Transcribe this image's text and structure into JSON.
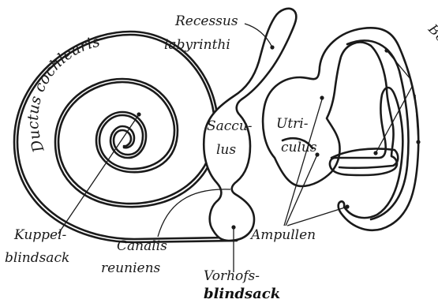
{
  "labels": {
    "recessus_line1": "Recessus",
    "recessus_line2": "labyrinthi",
    "ductus": "Ductus cochlearis",
    "bogengange": "Bogengänge",
    "sacculus_line1": "Saccu-",
    "sacculus_line2": "lus",
    "utriculus_line1": "Utri-",
    "utriculus_line2": "culus",
    "kuppel_line1": "Kuppel-",
    "kuppel_line2": "blindsack",
    "canalis_line1": "Canalis",
    "canalis_line2": "reuniens",
    "ampullen": "Ampullen",
    "vorhofs_line1": "Vorhofs-",
    "vorhofs_line2": "blindsack"
  }
}
